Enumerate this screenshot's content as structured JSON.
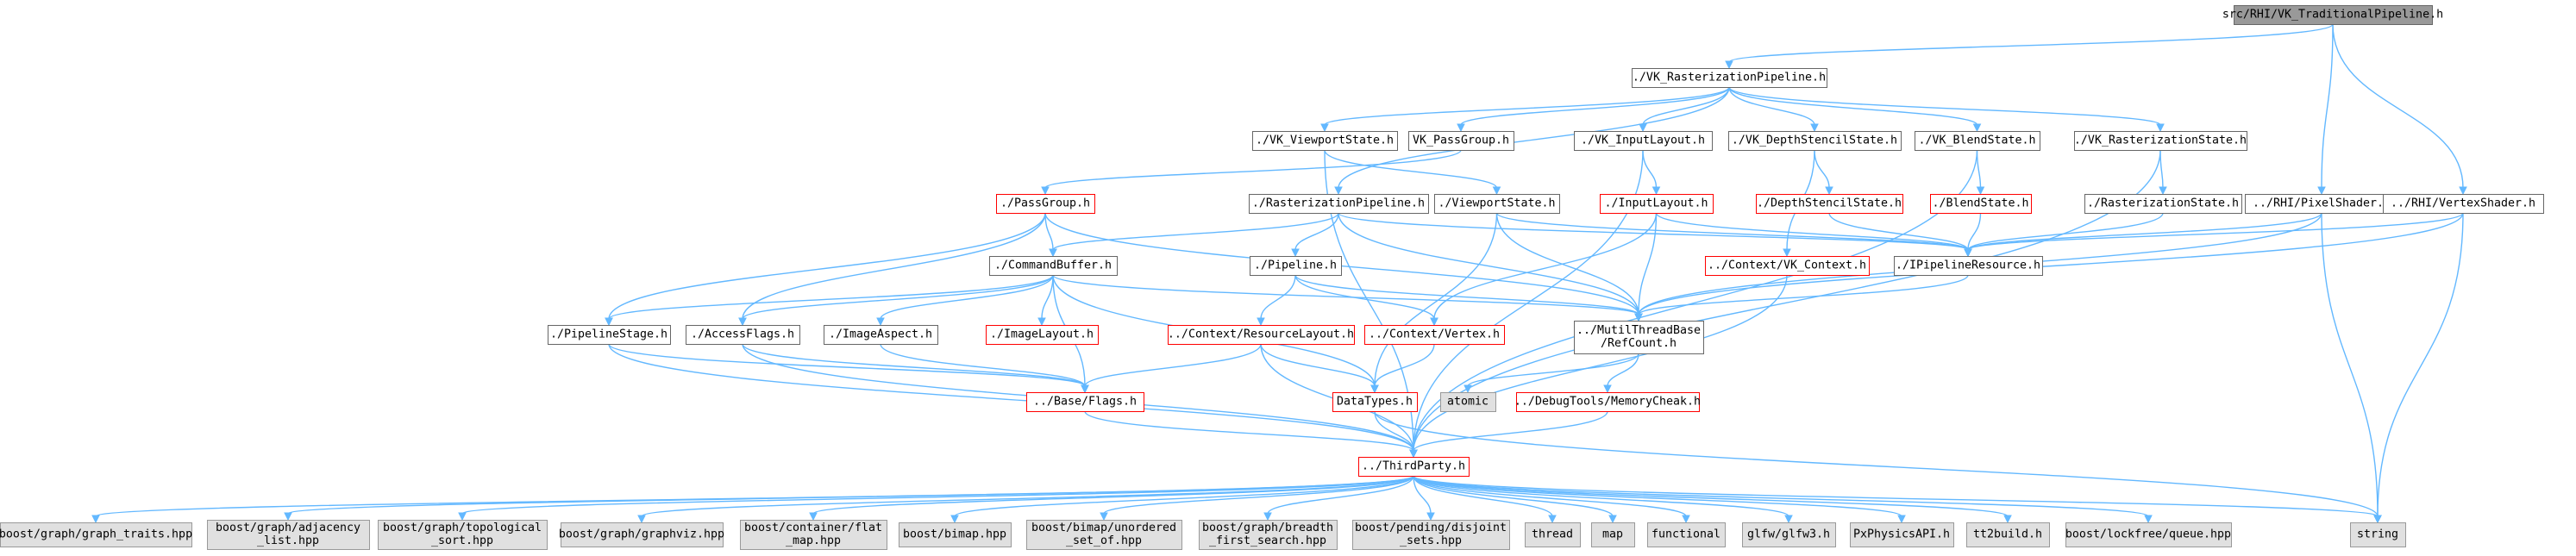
{
  "graph": {
    "nodes": [
      {
        "id": "root",
        "label": "src/RHI/VK_TraditionalPipeline.h",
        "style": "root"
      },
      {
        "id": "vkrastpipe",
        "label": "./VK_RasterizationPipeline.h",
        "style": "plain"
      },
      {
        "id": "pixelshader",
        "label": "../RHI/PixelShader.h",
        "style": "plain"
      },
      {
        "id": "vertexshader",
        "label": "../RHI/VertexShader.h",
        "style": "plain"
      },
      {
        "id": "vkviewport",
        "label": "./VK_ViewportState.h",
        "style": "plain"
      },
      {
        "id": "vkpassgroup",
        "label": "VK_PassGroup.h",
        "style": "plain"
      },
      {
        "id": "vkinputlayout",
        "label": "./VK_InputLayout.h",
        "style": "plain"
      },
      {
        "id": "vkdepth",
        "label": "./VK_DepthStencilState.h",
        "style": "plain"
      },
      {
        "id": "vkblend",
        "label": "./VK_BlendState.h",
        "style": "plain"
      },
      {
        "id": "vkrastate",
        "label": "./VK_RasterizationState.h",
        "style": "plain"
      },
      {
        "id": "passgroup",
        "label": "./PassGroup.h",
        "style": "red"
      },
      {
        "id": "rastpipe",
        "label": "./RasterizationPipeline.h",
        "style": "plain"
      },
      {
        "id": "viewport",
        "label": "./ViewportState.h",
        "style": "plain"
      },
      {
        "id": "inputlayout",
        "label": "./InputLayout.h",
        "style": "red"
      },
      {
        "id": "depth",
        "label": "./DepthStencilState.h",
        "style": "red"
      },
      {
        "id": "blend",
        "label": "./BlendState.h",
        "style": "red"
      },
      {
        "id": "rastate",
        "label": "./RasterizationState.h",
        "style": "plain"
      },
      {
        "id": "cmdbuf",
        "label": "./CommandBuffer.h",
        "style": "plain"
      },
      {
        "id": "pipeline",
        "label": "./Pipeline.h",
        "style": "plain"
      },
      {
        "id": "ctxvk",
        "label": "../Context/VK_Context.h",
        "style": "red"
      },
      {
        "id": "ipipres",
        "label": "./IPipelineResource.h",
        "style": "plain"
      },
      {
        "id": "pipestage",
        "label": "./PipelineStage.h",
        "style": "plain"
      },
      {
        "id": "access",
        "label": "./AccessFlags.h",
        "style": "plain"
      },
      {
        "id": "aspect",
        "label": "./ImageAspect.h",
        "style": "plain"
      },
      {
        "id": "imglayout",
        "label": "./ImageLayout.h",
        "style": "red"
      },
      {
        "id": "reslayout",
        "label": "../Context/ResourceLayout.h",
        "style": "red"
      },
      {
        "id": "ctxvertex",
        "label": "../Context/Vertex.h",
        "style": "red"
      },
      {
        "id": "mutil",
        "label": "../MutilThreadBase\n/RefCount.h",
        "style": "plain"
      },
      {
        "id": "flags",
        "label": "../Base/Flags.h",
        "style": "red"
      },
      {
        "id": "atomic",
        "label": "atomic",
        "style": "gray"
      },
      {
        "id": "datatypes",
        "label": "DataTypes.h",
        "style": "red"
      },
      {
        "id": "memcheck",
        "label": "../DebugTools/MemoryCheak.h",
        "style": "red"
      },
      {
        "id": "thirdparty",
        "label": "../ThirdParty.h",
        "style": "red"
      },
      {
        "id": "g1",
        "label": "boost/graph/graph_traits.hpp",
        "style": "gray"
      },
      {
        "id": "g2",
        "label": "boost/graph/adjacency\n_list.hpp",
        "style": "gray"
      },
      {
        "id": "g3",
        "label": "boost/graph/topological\n_sort.hpp",
        "style": "gray"
      },
      {
        "id": "g4",
        "label": "boost/graph/graphviz.hpp",
        "style": "gray"
      },
      {
        "id": "g5",
        "label": "boost/container/flat\n_map.hpp",
        "style": "gray"
      },
      {
        "id": "g6",
        "label": "boost/bimap.hpp",
        "style": "gray"
      },
      {
        "id": "g7",
        "label": "boost/bimap/unordered\n_set_of.hpp",
        "style": "gray"
      },
      {
        "id": "g8",
        "label": "boost/graph/breadth\n_first_search.hpp",
        "style": "gray"
      },
      {
        "id": "g9",
        "label": "boost/pending/disjoint\n_sets.hpp",
        "style": "gray"
      },
      {
        "id": "g10",
        "label": "thread",
        "style": "gray"
      },
      {
        "id": "g11",
        "label": "map",
        "style": "gray"
      },
      {
        "id": "g12",
        "label": "functional",
        "style": "gray"
      },
      {
        "id": "g13",
        "label": "glfw/glfw3.h",
        "style": "gray"
      },
      {
        "id": "g14",
        "label": "PxPhysicsAPI.h",
        "style": "gray"
      },
      {
        "id": "g15",
        "label": "tt2build.h",
        "style": "gray"
      },
      {
        "id": "g16",
        "label": "boost/lockfree/queue.hpp",
        "style": "gray"
      },
      {
        "id": "string",
        "label": "string",
        "style": "gray"
      }
    ],
    "edges": [
      [
        "root",
        "vkrastpipe"
      ],
      [
        "root",
        "pixelshader"
      ],
      [
        "root",
        "vertexshader"
      ],
      [
        "vkrastpipe",
        "vkviewport"
      ],
      [
        "vkrastpipe",
        "vkpassgroup"
      ],
      [
        "vkrastpipe",
        "rastpipe"
      ],
      [
        "vkrastpipe",
        "vkinputlayout"
      ],
      [
        "vkrastpipe",
        "vkdepth"
      ],
      [
        "vkrastpipe",
        "vkblend"
      ],
      [
        "vkrastpipe",
        "vkrastate"
      ],
      [
        "vkviewport",
        "viewport"
      ],
      [
        "vkviewport",
        "thirdparty"
      ],
      [
        "vkpassgroup",
        "passgroup"
      ],
      [
        "vkinputlayout",
        "inputlayout"
      ],
      [
        "vkinputlayout",
        "thirdparty"
      ],
      [
        "vkdepth",
        "depth"
      ],
      [
        "vkdepth",
        "ctxvk"
      ],
      [
        "vkblend",
        "blend"
      ],
      [
        "vkblend",
        "thirdparty"
      ],
      [
        "vkrastate",
        "rastate"
      ],
      [
        "vkrastate",
        "thirdparty"
      ],
      [
        "passgroup",
        "cmdbuf"
      ],
      [
        "passgroup",
        "pipestage"
      ],
      [
        "passgroup",
        "access"
      ],
      [
        "passgroup",
        "mutil"
      ],
      [
        "rastpipe",
        "cmdbuf"
      ],
      [
        "rastpipe",
        "pipeline"
      ],
      [
        "rastpipe",
        "mutil"
      ],
      [
        "rastpipe",
        "ipipres"
      ],
      [
        "viewport",
        "ipipres"
      ],
      [
        "viewport",
        "mutil"
      ],
      [
        "viewport",
        "datatypes"
      ],
      [
        "inputlayout",
        "ipipres"
      ],
      [
        "inputlayout",
        "ctxvertex"
      ],
      [
        "inputlayout",
        "mutil"
      ],
      [
        "depth",
        "ipipres"
      ],
      [
        "blend",
        "ipipres"
      ],
      [
        "rastate",
        "ipipres"
      ],
      [
        "pixelshader",
        "ipipres"
      ],
      [
        "pixelshader",
        "mutil"
      ],
      [
        "pixelshader",
        "string"
      ],
      [
        "vertexshader",
        "ipipres"
      ],
      [
        "vertexshader",
        "mutil"
      ],
      [
        "vertexshader",
        "string"
      ],
      [
        "ipipres",
        "mutil"
      ],
      [
        "cmdbuf",
        "pipestage"
      ],
      [
        "cmdbuf",
        "access"
      ],
      [
        "cmdbuf",
        "aspect"
      ],
      [
        "cmdbuf",
        "imglayout"
      ],
      [
        "cmdbuf",
        "flags"
      ],
      [
        "cmdbuf",
        "mutil"
      ],
      [
        "cmdbuf",
        "datatypes"
      ],
      [
        "pipeline",
        "reslayout"
      ],
      [
        "pipeline",
        "ctxvertex"
      ],
      [
        "pipeline",
        "mutil"
      ],
      [
        "pipestage",
        "flags"
      ],
      [
        "pipestage",
        "thirdparty"
      ],
      [
        "access",
        "flags"
      ],
      [
        "access",
        "thirdparty"
      ],
      [
        "aspect",
        "flags"
      ],
      [
        "reslayout",
        "flags"
      ],
      [
        "reslayout",
        "datatypes"
      ],
      [
        "reslayout",
        "thirdparty"
      ],
      [
        "ctxvertex",
        "datatypes"
      ],
      [
        "ctxvk",
        "thirdparty"
      ],
      [
        "mutil",
        "atomic"
      ],
      [
        "mutil",
        "memcheck"
      ],
      [
        "flags",
        "thirdparty"
      ],
      [
        "datatypes",
        "thirdparty"
      ],
      [
        "datatypes",
        "string"
      ],
      [
        "memcheck",
        "thirdparty"
      ],
      [
        "thirdparty",
        "g1"
      ],
      [
        "thirdparty",
        "g2"
      ],
      [
        "thirdparty",
        "g3"
      ],
      [
        "thirdparty",
        "g4"
      ],
      [
        "thirdparty",
        "g5"
      ],
      [
        "thirdparty",
        "g6"
      ],
      [
        "thirdparty",
        "g7"
      ],
      [
        "thirdparty",
        "g8"
      ],
      [
        "thirdparty",
        "g9"
      ],
      [
        "thirdparty",
        "g10"
      ],
      [
        "thirdparty",
        "g11"
      ],
      [
        "thirdparty",
        "g12"
      ],
      [
        "thirdparty",
        "g13"
      ],
      [
        "thirdparty",
        "g14"
      ],
      [
        "thirdparty",
        "g15"
      ],
      [
        "thirdparty",
        "g16"
      ],
      [
        "thirdparty",
        "string"
      ]
    ]
  },
  "colors": {
    "edge": "#63b8ff",
    "root_fill": "#999999",
    "root_border": "#666666",
    "plain_fill": "#ffffff",
    "plain_border": "#666666",
    "red_fill": "#ffffff",
    "red_border": "#ff0000",
    "gray_fill": "#e0e0e0",
    "gray_border": "#999999"
  }
}
